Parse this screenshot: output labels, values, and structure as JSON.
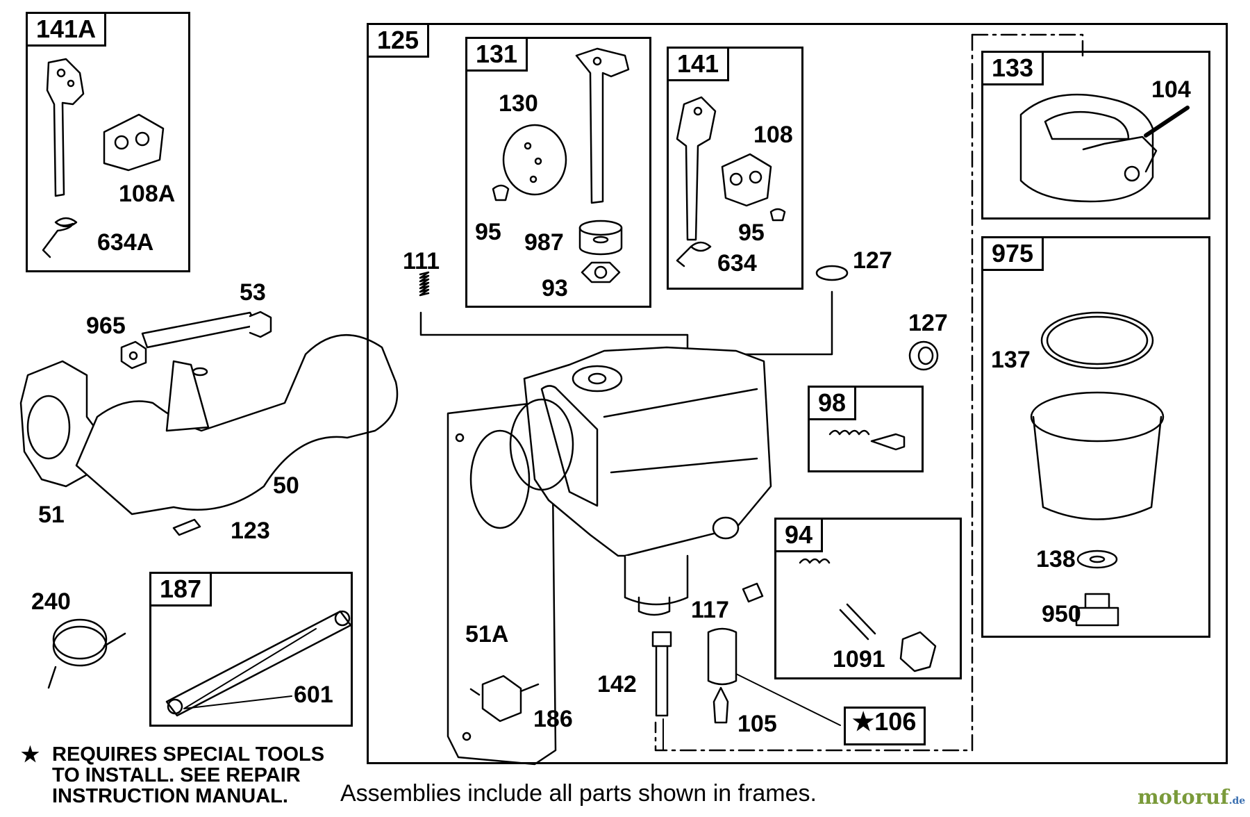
{
  "frames": {
    "f141a": "141A",
    "f125": "125",
    "f131": "131",
    "f141": "141",
    "f133": "133",
    "f975": "975",
    "f98": "98",
    "f94": "94",
    "f187": "187",
    "f106": "★106"
  },
  "labels": {
    "l108a": "108A",
    "l634a": "634A",
    "l130": "130",
    "l95a": "95",
    "l987": "987",
    "l93": "93",
    "l108": "108",
    "l95b": "95",
    "l634": "634",
    "l104": "104",
    "l111": "111",
    "l127a": "127",
    "l127b": "127",
    "l137": "137",
    "l53": "53",
    "l965": "965",
    "l50": "50",
    "l51": "51",
    "l123": "123",
    "l51a": "51A",
    "l117": "117",
    "l1091": "1091",
    "l138": "138",
    "l950": "950",
    "l240": "240",
    "l601": "601",
    "l142": "142",
    "l186": "186",
    "l105": "105"
  },
  "note": {
    "star": "★",
    "line1": "REQUIRES SPECIAL TOOLS",
    "line2": "TO INSTALL.  SEE REPAIR",
    "line3": "INSTRUCTION MANUAL."
  },
  "footer": "Assemblies include all parts shown in frames.",
  "watermark": {
    "main": "motoruf",
    "suffix": ".de"
  },
  "colors": {
    "watermark_main": "#7a9a3a",
    "watermark_accent": "#3a6fb0"
  }
}
